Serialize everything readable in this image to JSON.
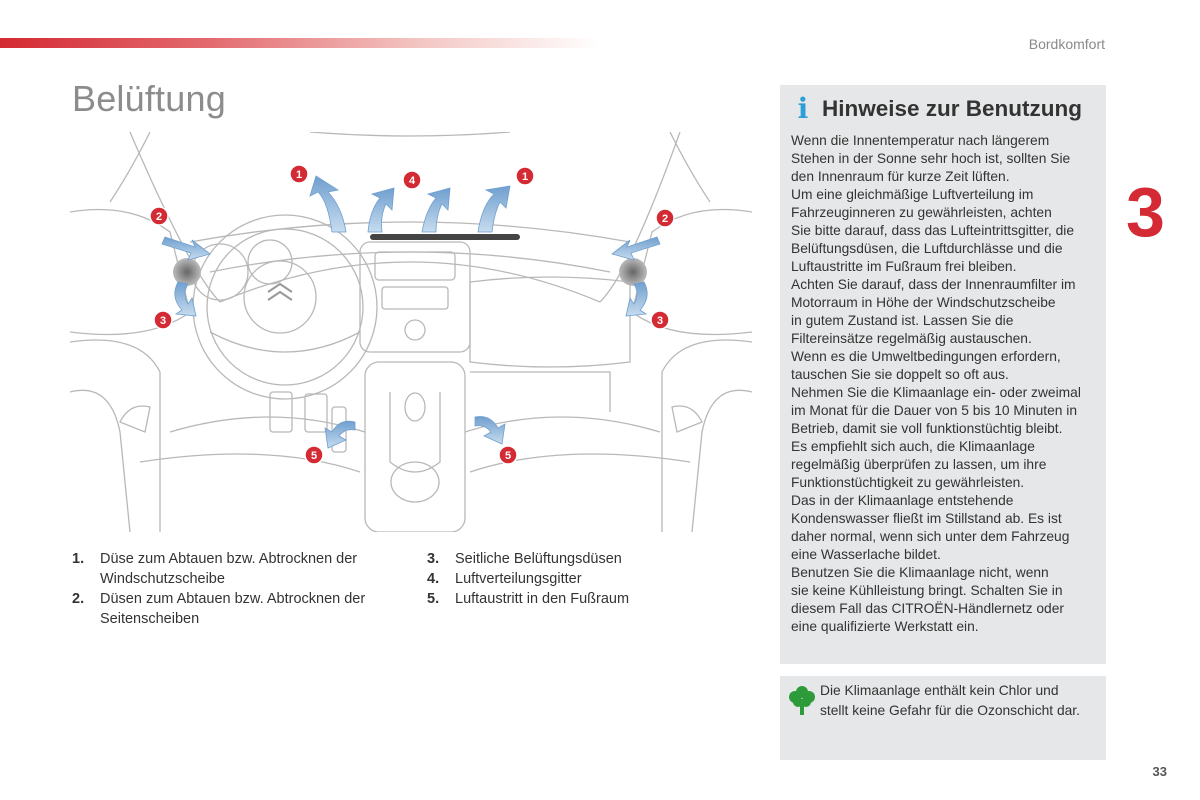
{
  "header": {
    "section": "Bordkomfort",
    "chapter": "3",
    "page_number": "33"
  },
  "page_title": "Belüftung",
  "illustration": {
    "callouts": [
      "1",
      "4",
      "1",
      "2",
      "2",
      "3",
      "3",
      "5",
      "5"
    ]
  },
  "legend": {
    "items": [
      {
        "num": "1.",
        "text": "Düse zum Abtauen bzw. Abtrocknen der Windschutzscheibe"
      },
      {
        "num": "2.",
        "text": "Düsen zum Abtauen bzw. Abtrocknen der Seitenscheiben"
      },
      {
        "num": "3.",
        "text": "Seitliche Belüftungsdüsen"
      },
      {
        "num": "4.",
        "text": "Luftverteilungsgitter"
      },
      {
        "num": "5.",
        "text": "Luftaustritt in den Fußraum"
      }
    ]
  },
  "hints": {
    "icon": "info-icon",
    "title": "Hinweise zur Benutzung",
    "lines": [
      "Wenn die Innentemperatur nach längerem",
      "Stehen in der Sonne sehr hoch ist, sollten Sie",
      "den Innenraum für kurze Zeit lüften.",
      "Um eine gleichmäßige Luftverteilung im",
      "Fahrzeuginneren zu gewährleisten, achten",
      "Sie bitte darauf, dass das Lufteintrittsgitter, die",
      "Belüftungsdüsen, die Luftdurchlässe und die",
      "Luftaustritte im Fußraum frei bleiben.",
      "Achten Sie darauf, dass der Innenraumfilter im",
      "Motorraum in Höhe der Windschutzscheibe",
      "in gutem Zustand ist. Lassen Sie die",
      "Filtereinsätze regelmäßig austauschen.",
      "Wenn es die Umweltbedingungen erfordern,",
      "tauschen Sie sie doppelt so oft aus.",
      "Nehmen Sie die Klimaanlage ein- oder zweimal",
      "im Monat für die Dauer von 5 bis 10 Minuten in",
      "Betrieb, damit sie voll funktionstüchtig bleibt.",
      "Es empfiehlt sich auch, die Klimaanlage",
      "regelmäßig überprüfen zu lassen, um ihre",
      "Funktionstüchtigkeit zu gewährleisten.",
      "Das in der Klimaanlage entstehende",
      "Kondenswasser fließt im Stillstand ab. Es ist",
      "daher normal, wenn sich unter dem Fahrzeug",
      "eine Wasserlache bildet.",
      "Benutzen Sie die Klimaanlage nicht, wenn",
      "sie keine Kühlleistung bringt. Schalten Sie in",
      "diesem Fall das CITROËN-Händlernetz oder",
      "eine qualifizierte Werkstatt ein."
    ]
  },
  "eco_note": {
    "icon": "tree-icon",
    "lines": [
      "Die Klimaanlage enthält kein Chlor und",
      "stellt keine Gefahr für die Ozonschicht dar."
    ]
  },
  "colors": {
    "accent_red": "#d42a33",
    "info_blue": "#2a9fd8",
    "eco_green": "#2e9b3a",
    "box_grey": "#e6e7e8",
    "arrow_blue": "#8fb6da"
  }
}
